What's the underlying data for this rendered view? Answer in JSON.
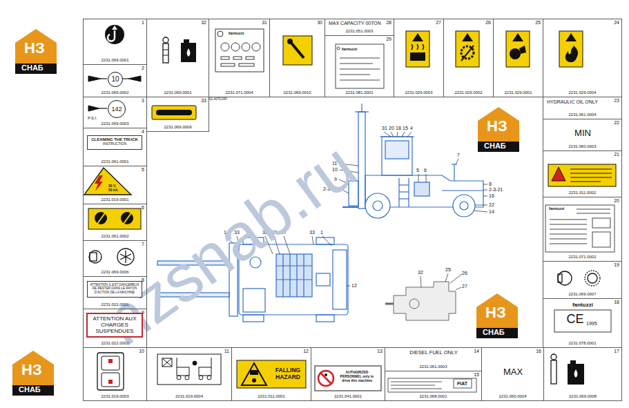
{
  "diagram": {
    "nodes": [
      {
        "text": [
          "1",
          "2231.069.0001"
        ]
      },
      {
        "text": [
          "32",
          "2231.069.0001"
        ]
      },
      {
        "text": [
          "31",
          "fantuzzi",
          "2231.071.0004"
        ]
      },
      {
        "text": [
          "30",
          "2231.069.0010"
        ]
      },
      {
        "text": [
          "28",
          "MAX CAPACITY 00TON",
          "2231.051.0003"
        ]
      },
      {
        "text": [
          "29",
          "fantuzzi",
          "2231.081.0001"
        ]
      },
      {
        "text": [
          "27",
          "2231.029.0003"
        ]
      },
      {
        "text": [
          "26",
          "2231.029.0002"
        ]
      },
      {
        "text": [
          "25",
          "2231.029.0001"
        ]
      },
      {
        "text": [
          "24",
          "2231.029.0004"
        ]
      },
      {
        "text": [
          "2",
          "2231.069.0002"
        ]
      },
      {
        "text": [
          "10"
        ],
        "in": 10
      },
      {
        "text": [
          "3",
          "P.S.I.",
          "2231.069.0003"
        ]
      },
      {
        "text": [
          "142"
        ],
        "in": 12
      },
      {
        "text": [
          "33",
          "2231.069.0009"
        ]
      },
      {
        "text": [
          "23",
          "HYDRAULIC OIL ONLY",
          "2231.061.0004"
        ]
      },
      {
        "text": [
          "22",
          "MIN",
          "2231.060.0003"
        ]
      },
      {
        "text": [
          "4",
          "2231.061.0001"
        ]
      },
      {
        "text": [
          "CLEANING THE TRUCK",
          "INSTRUCTION"
        ],
        "in": 17
      },
      {
        "text": [
          "21",
          "2231.011.0002"
        ]
      },
      {
        "text": [
          "5",
          "30 V. 50 kA.",
          "2231.019.0001"
        ]
      },
      {
        "text": [
          "20",
          "fantuzzi",
          "2231.071.0002"
        ]
      },
      {
        "text": [
          "6",
          "2231.061.0002"
        ]
      },
      {
        "text": [
          "7",
          "2231.069.0006"
        ]
      },
      {
        "text": [
          "19",
          "2231.069.0007"
        ]
      },
      {
        "text": [
          "8",
          "2231.022.0001"
        ]
      },
      {
        "text": [
          "ATTENTION IL EST DANGEREUX DE RESTER DANS LE RAYON D'ACTION DE LA MACHINE"
        ],
        "in": 25
      },
      {
        "text": [
          "18",
          "fantuzzi",
          "CE",
          "1995",
          "2231.078.0001"
        ]
      },
      {
        "text": [
          "9",
          "2231.022.0002"
        ]
      },
      {
        "text": [
          "ATTENTION AUX CHARGES SUSPENDUES"
        ],
        "in": 28
      },
      {
        "text": [
          "10",
          "2231.019.0003"
        ]
      },
      {
        "text": [
          "11",
          "2231.019.0004"
        ]
      },
      {
        "text": [
          "12",
          "2231.011.0001"
        ]
      },
      {
        "text": [
          "FALLING HAZARD"
        ],
        "in": 32
      },
      {
        "text": [
          "13",
          "2231.041.0001"
        ]
      },
      {
        "text": [
          "AUTHORIZED PERSONNEL only to drive this machine"
        ],
        "in": 34
      },
      {
        "text": [
          "14",
          "DIESEL FUEL ONLY",
          "2231.061.0003"
        ]
      },
      {
        "text": [
          "15",
          "FIAT",
          "2231.068.0001"
        ]
      },
      {
        "text": [
          "16",
          "MAX",
          "2231.060.0004"
        ]
      },
      {
        "text": [
          "17",
          "2231.069.0008"
        ]
      }
    ],
    "labels": [
      "01.A070.043",
      "31",
      "20",
      "18",
      "15",
      "4",
      "11",
      "10",
      "9",
      "2-3-21",
      "7",
      "5",
      "6",
      "8",
      "2-3-21",
      "16",
      "22",
      "14",
      "1",
      "33",
      "32",
      "23",
      "17",
      "33",
      "1",
      "12",
      "32",
      "25",
      "26",
      "27",
      "nzsnab.ru",
      "НЗ",
      "СНАБ",
      "НЗ",
      "СНАБ",
      "НЗ",
      "СНАБ",
      "НЗ",
      "СНАБ"
    ]
  }
}
